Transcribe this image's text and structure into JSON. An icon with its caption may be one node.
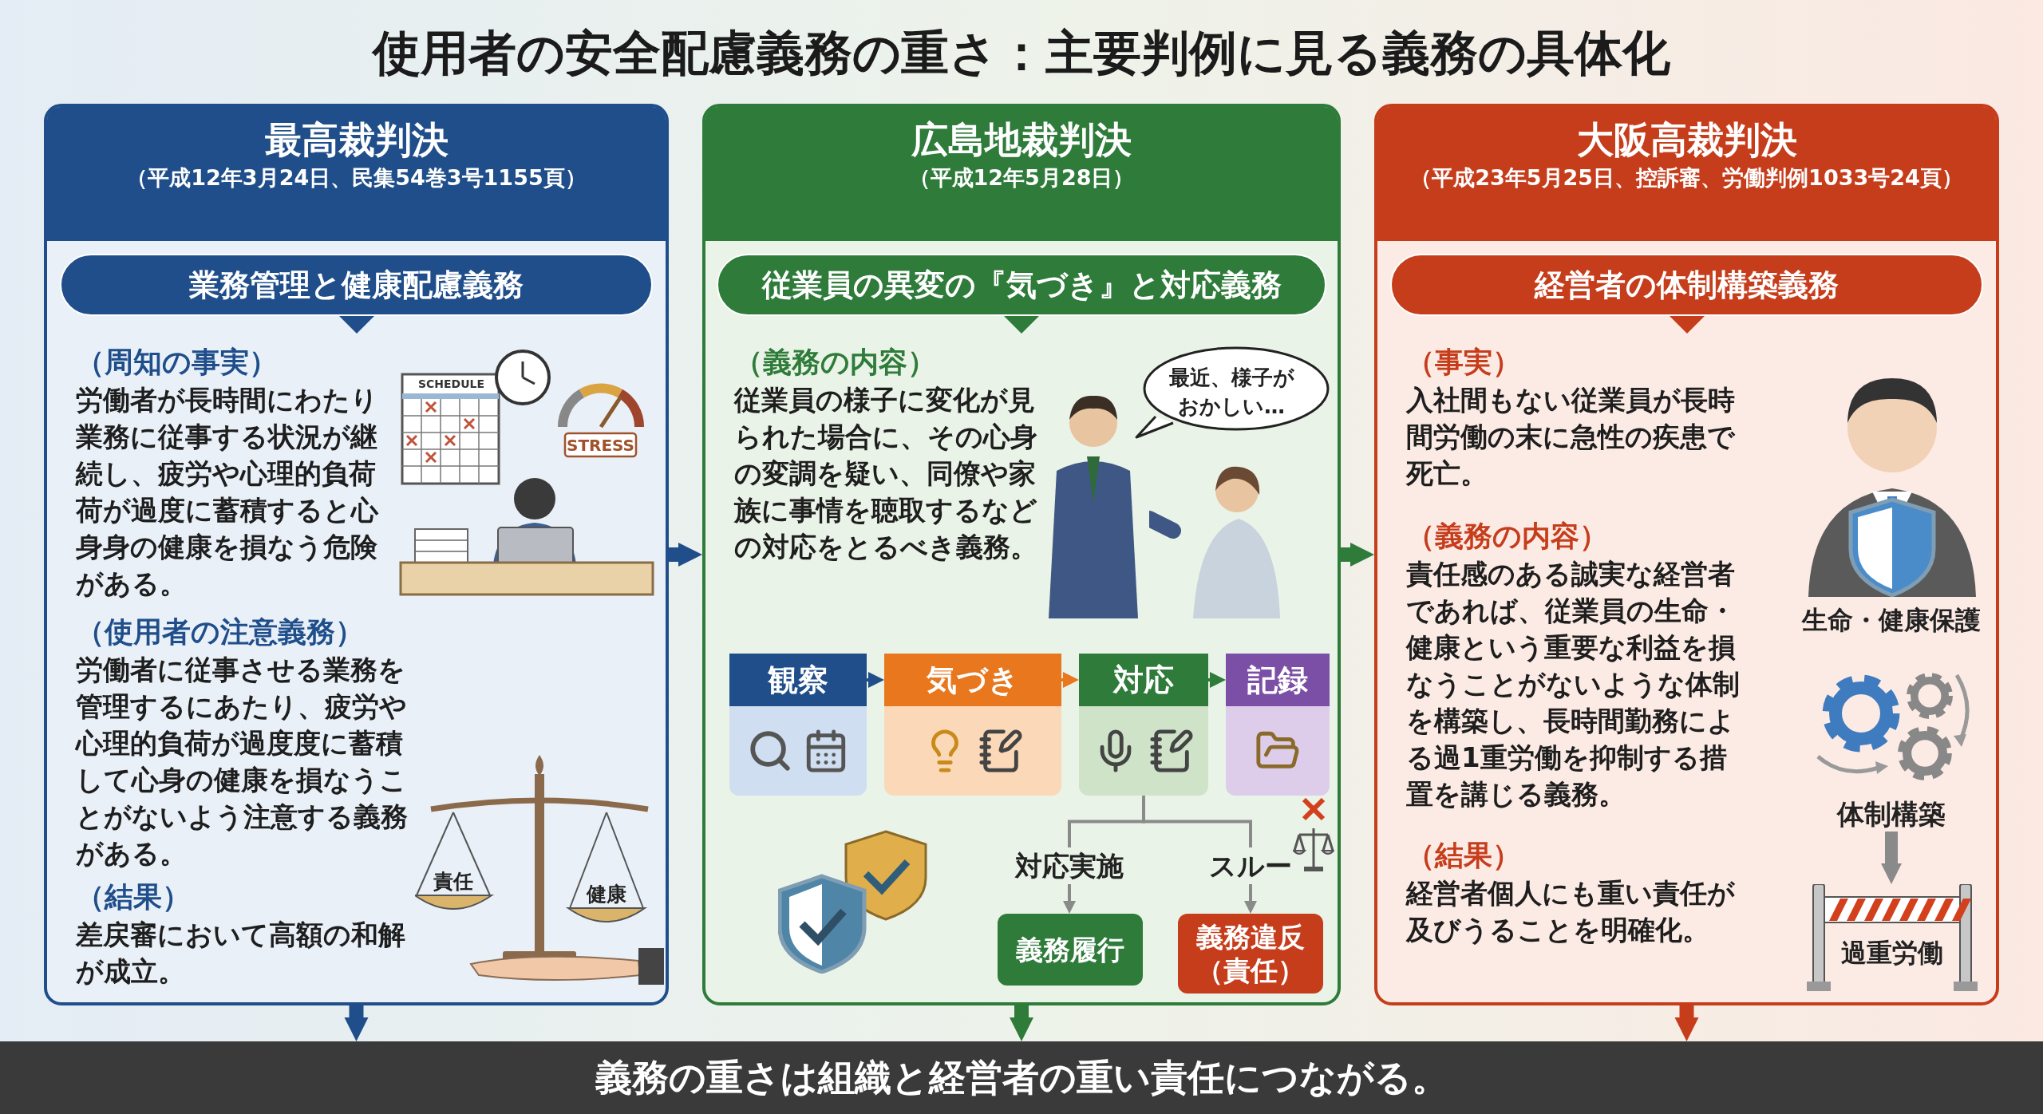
{
  "diagram": {
    "title": "使用者の安全配慮義務の重さ：主要判例に見る義務の具体化",
    "nodes": [
      {
        "text": [
          "最高裁判決",
          "（平成12年3月24日、民集54巻3号1155頁）"
        ]
      },
      {
        "text": [
          "業務管理と健康配慮義務"
        ],
        "in": 0
      },
      {
        "text": [
          "広島地裁判決",
          "（平成12年5月28日）"
        ]
      },
      {
        "text": [
          "従業員の異変の『気づき』と対応義務"
        ],
        "in": 2
      },
      {
        "text": [
          "最近、様子がおかしい…"
        ],
        "in": 2
      },
      {
        "text": [
          "観察"
        ],
        "in": 2
      },
      {
        "text": [
          "気づき"
        ],
        "in": 2
      },
      {
        "text": [
          "対応"
        ],
        "in": 2
      },
      {
        "text": [
          "記録"
        ],
        "in": 2
      },
      {
        "text": [
          "対応実施"
        ],
        "in": 2
      },
      {
        "text": [
          "スルー"
        ],
        "in": 2
      },
      {
        "text": [
          "義務履行"
        ],
        "in": 2
      },
      {
        "text": [
          "義務違反（責任）"
        ],
        "in": 2
      },
      {
        "text": [
          "大阪高裁判決",
          "（平成23年5月25日、控訴審、労働判例1033号24頁）"
        ]
      },
      {
        "text": [
          "経営者の体制構築義務"
        ],
        "in": 13
      },
      {
        "text": [
          "体制構築"
        ],
        "in": 13
      },
      {
        "text": [
          "過重労働"
        ],
        "in": 13
      },
      {
        "text": [
          "義務の重さは組織と経営者の重い責任につながる。"
        ]
      }
    ],
    "edges": [
      {
        "from": 0,
        "to": 2,
        "arrow": "to",
        "style": "thick",
        "color": "#1f4e8a"
      },
      {
        "from": 2,
        "to": 13,
        "arrow": "to",
        "style": "thick",
        "color": "#2e7b3a"
      },
      {
        "from": 0,
        "to": 17,
        "arrow": "to",
        "style": "thick",
        "color": "#1f4e8a"
      },
      {
        "from": 2,
        "to": 17,
        "arrow": "to",
        "style": "thick",
        "color": "#2e7b3a"
      },
      {
        "from": 13,
        "to": 17,
        "arrow": "to",
        "style": "thick",
        "color": "#c63d1c"
      },
      {
        "from": 7,
        "to": 9,
        "arrow": "none",
        "color": "#8a8a8a"
      },
      {
        "from": 7,
        "to": 10,
        "arrow": "none",
        "color": "#8a8a8a"
      },
      {
        "from": 9,
        "to": 11,
        "arrow": "to",
        "color": "#8a8a8a"
      },
      {
        "from": 10,
        "to": 12,
        "arrow": "to",
        "color": "#8a8a8a"
      },
      {
        "from": 15,
        "to": 16,
        "arrow": "to",
        "style": "thick",
        "color": "#8a8a8a"
      },
      {
        "from": 5,
        "to": 6,
        "arrow": "to",
        "color": "#1f4e8a"
      },
      {
        "from": 6,
        "to": 7,
        "arrow": "to",
        "color": "#e8771e"
      },
      {
        "from": 7,
        "to": 8,
        "arrow": "to",
        "color": "#2e7b3a"
      }
    ],
    "labels": [
      "（周知の事実）",
      "労働者が長時間にわたり業務に従事する状況が継続し、疲労や心理的負荷荷が過度に蓄積すると心身身の健康を損なう危険がある。",
      "SCHEDULE",
      "STRESS",
      "（使用者の注意義務）",
      "労働者に従事させる業務を管理するにあたり、疲労や心理的負荷が過度度に蓄積して心身の健康を損なうことがないよう注意する義務がある。",
      "責任",
      "健康",
      "（結果）",
      "差戻審において高額の和解が成立。",
      "（義務の内容）",
      "従業員の様子に変化が見られた場合に、その心身の変調を疑い、同僚や家族に事情を聴取するなどの対応をとるべき義務。",
      "（事実）",
      "入社間もない従業員が長時間労働の末に急性の疾患で死亡。",
      "生命・健康保護",
      "（義務の内容）",
      "責任感のある誠実な経営者であれば、従業員の生命・健康という重要な利益を損なうことがないような体制を構築し、長時間勤務による過1重労働を抑制する措置を講じる義務。",
      "（結果）",
      "経営者個人にも重い責任が及びうることを明確化。"
    ]
  }
}
